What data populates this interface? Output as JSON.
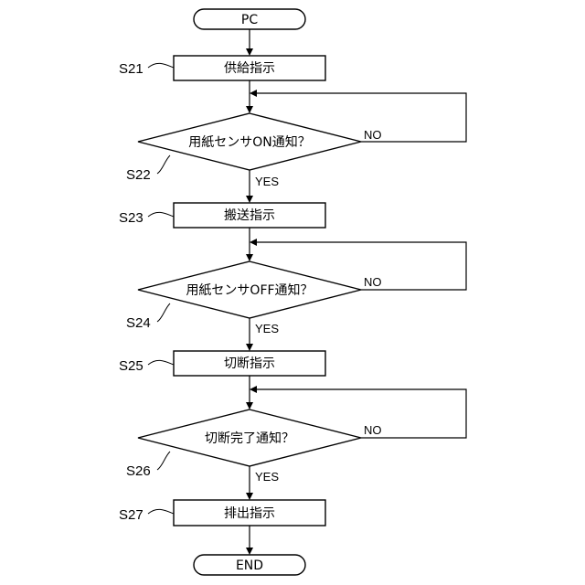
{
  "flowchart": {
    "start_label": "PC",
    "end_label": "END",
    "steps": {
      "s21": {
        "id": "S21",
        "label": "供給指示"
      },
      "s22": {
        "id": "S22",
        "label": "用紙センサON通知？",
        "yes": "YES",
        "no": "NO"
      },
      "s23": {
        "id": "S23",
        "label": "搬送指示"
      },
      "s24": {
        "id": "S24",
        "label": "用紙センサOFF通知？",
        "yes": "YES",
        "no": "NO"
      },
      "s25": {
        "id": "S25",
        "label": "切断指示"
      },
      "s26": {
        "id": "S26",
        "label": "切断完了通知？",
        "yes": "YES",
        "no": "NO"
      },
      "s27": {
        "id": "S27",
        "label": "排出指示"
      }
    }
  }
}
